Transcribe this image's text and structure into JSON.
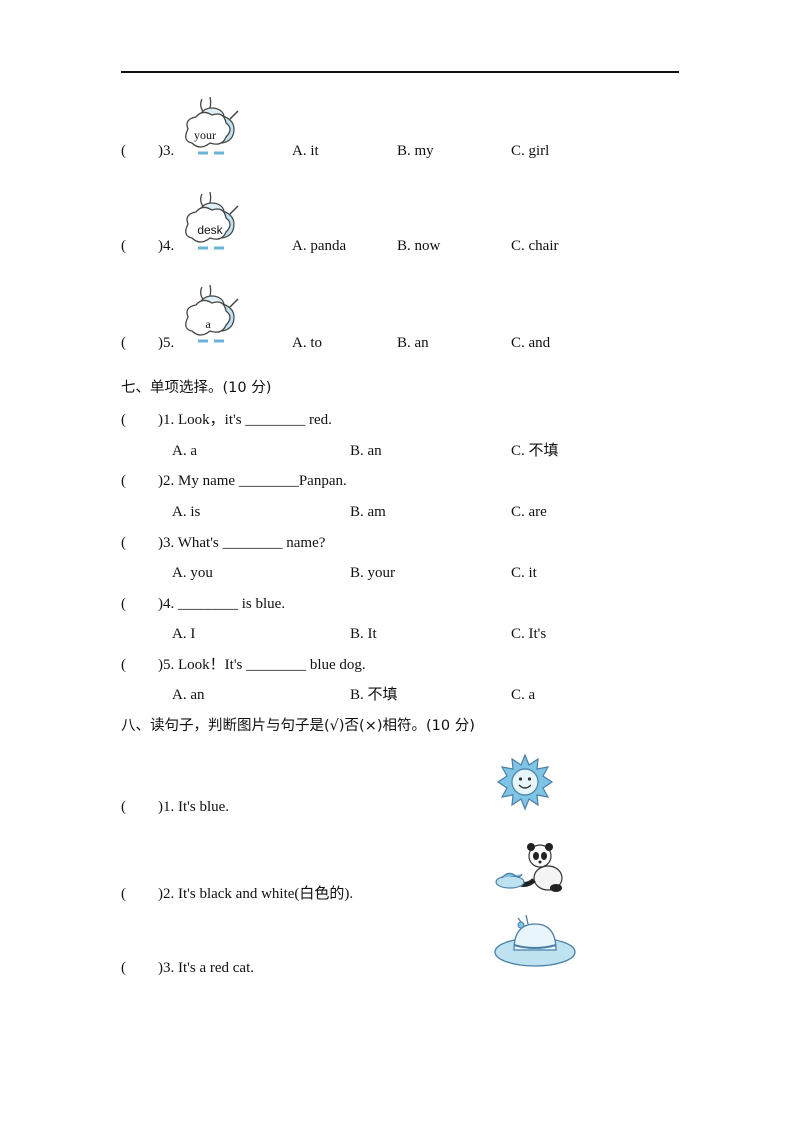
{
  "rabbit_items": [
    {
      "paren": "(",
      "close_num": ")3.",
      "word": "your",
      "a": "A. it",
      "b": "B. my",
      "c": "C. girl"
    },
    {
      "paren": "(",
      "close_num": ")4.",
      "word": "desk",
      "a": "A. panda",
      "b": "B. now",
      "c": "C. chair"
    },
    {
      "paren": "(",
      "close_num": ")5.",
      "word": "a",
      "a": "A. to",
      "b": "B. an",
      "c": "C. and"
    }
  ],
  "section7": {
    "title": "七、单项选择。(10 分)",
    "questions": [
      {
        "paren": "(",
        "stem": ")1. Look，it's ________ red.",
        "a": "A. a",
        "b": "B. an",
        "c": "C. 不填"
      },
      {
        "paren": "(",
        "stem": ")2. My name ________Panpan.",
        "a": "A. is",
        "b": "B. am",
        "c": "C. are"
      },
      {
        "paren": "(",
        "stem": ")3. What's ________ name?",
        "a": "A. you",
        "b": "B. your",
        "c": "C. it"
      },
      {
        "paren": "(",
        "stem": ")4. ________ is blue.",
        "a": "A. I",
        "b": "B. It",
        "c": "C. It's"
      },
      {
        "paren": "(",
        "stem": ")5. Look！It's ________ blue dog.",
        "a": "A. an",
        "b": "B. 不填",
        "c": "C. a"
      }
    ]
  },
  "section8": {
    "title": "八、读句子，判断图片与句子是(√)否(×)相符。(10 分)",
    "items": [
      {
        "paren": "(",
        "text": ")1. It's blue."
      },
      {
        "paren": "(",
        "text": ")2. It's black and white(白色的)."
      },
      {
        "paren": "(",
        "text": ")3. It's a red cat."
      }
    ]
  },
  "colors": {
    "picture_blue": "#7fc4e4",
    "line": "#111111"
  }
}
